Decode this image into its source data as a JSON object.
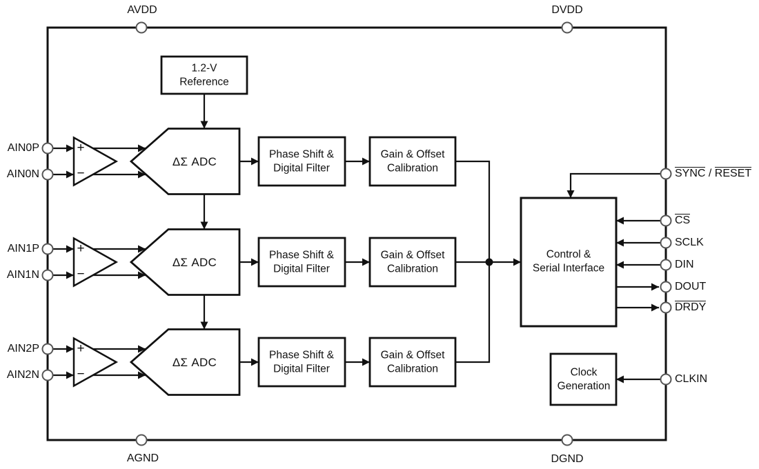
{
  "power_pins": {
    "avdd": "AVDD",
    "dvdd": "DVDD",
    "agnd": "AGND",
    "dgnd": "DGND"
  },
  "reference_block": {
    "line1": "1.2-V",
    "line2": "Reference"
  },
  "channels": [
    {
      "pos": "AIN0P",
      "neg": "AIN0N",
      "amp_plus": "+",
      "amp_minus": "−",
      "adc_label": "ΔΣ ADC",
      "filter_line1": "Phase Shift &",
      "filter_line2": "Digital Filter",
      "cal_line1": "Gain & Offset",
      "cal_line2": "Calibration"
    },
    {
      "pos": "AIN1P",
      "neg": "AIN1N",
      "amp_plus": "+",
      "amp_minus": "−",
      "adc_label": "ΔΣ ADC",
      "filter_line1": "Phase Shift &",
      "filter_line2": "Digital Filter",
      "cal_line1": "Gain & Offset",
      "cal_line2": "Calibration"
    },
    {
      "pos": "AIN2P",
      "neg": "AIN2N",
      "amp_plus": "+",
      "amp_minus": "−",
      "adc_label": "ΔΣ ADC",
      "filter_line1": "Phase Shift &",
      "filter_line2": "Digital Filter",
      "cal_line1": "Gain & Offset",
      "cal_line2": "Calibration"
    }
  ],
  "control_block": {
    "line1": "Control &",
    "line2": "Serial Interface"
  },
  "clock_block": {
    "line1": "Clock",
    "line2": "Generation"
  },
  "serial_pins": {
    "sync": "SYNC",
    "sync_sep": " / ",
    "reset": "RESET",
    "cs": "CS",
    "sclk": "SCLK",
    "din": "DIN",
    "dout": "DOUT",
    "drdy": "DRDY",
    "clkin": "CLKIN"
  },
  "colors": {
    "line": "#111111",
    "pin_stroke": "#555555",
    "background": "#ffffff",
    "arrow_fill": "#111111"
  }
}
